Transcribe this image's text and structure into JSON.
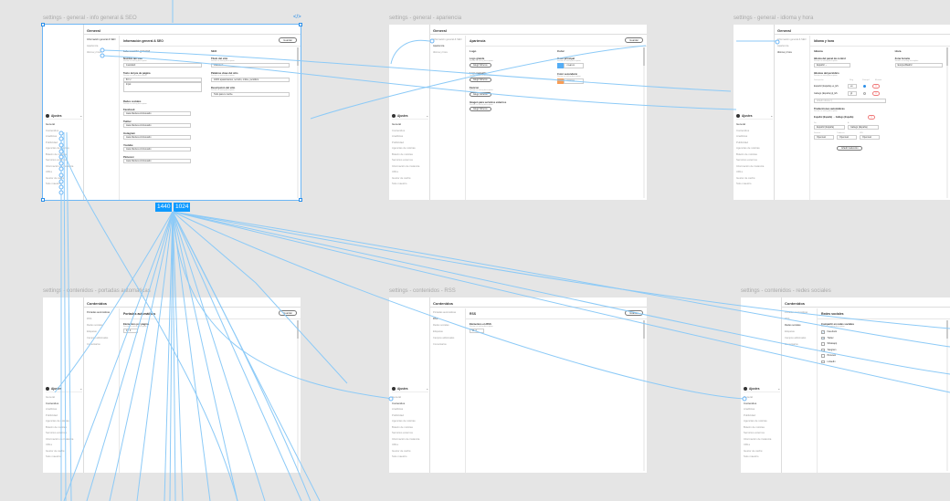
{
  "canvas": {
    "size_badge": {
      "width": "1440",
      "height": "1024"
    },
    "code_icon": "</>",
    "accent_color": "#0d99ff",
    "connection_color": "#8ccaf7"
  },
  "sidebar": {
    "settings_label": "Ajustes",
    "items": [
      "General",
      "Contenidos",
      "Analíticas",
      "Publicidad",
      "Agencias de noticias",
      "Boletín de noticias",
      "Servicios externos",
      "Información de instancia",
      "URLs",
      "Gestor de caché",
      "Solo maestro"
    ]
  },
  "frames": [
    {
      "label": "settings - general - info general & SEO",
      "section": "General",
      "active_sidebar": 0,
      "subnav": [
        "Información general & SEO",
        "Apariencia",
        "Idioma y hora"
      ],
      "active_subnav": 0,
      "title": "Información general & SEO",
      "save_label": "Guardar",
      "columns": [
        [
          {
            "type": "heading",
            "text": "Información general"
          },
          {
            "type": "field",
            "label": "Nombre del sitio",
            "desc": "Section or setting description",
            "value": "Juandavit"
          },
          {
            "type": "richtext",
            "label": "Texto del pie de página",
            "desc": "Section or setting description",
            "toolbar": "B  I  U",
            "value": "Input"
          },
          {
            "type": "field",
            "label": "Redes sociales",
            "desc": "Section or setting description"
          },
          {
            "type": "field",
            "label": "Facebook",
            "value": "www.clientes.com/usuario"
          },
          {
            "type": "field",
            "label": "Twitter",
            "value": "www.clientes.com/usuario"
          },
          {
            "type": "field",
            "label": "Instagram",
            "value": "www.clientes.com/usuario"
          },
          {
            "type": "field",
            "label": "Youtube",
            "value": "www.clientes.com/usuario"
          },
          {
            "type": "field",
            "label": "Pinterest",
            "value": "www.clientes.com/usuario"
          }
        ],
        [
          {
            "type": "heading",
            "text": "SEO"
          },
          {
            "type": "field",
            "label": "Título del sitio",
            "desc": "Section or setting description",
            "value": "Juandavit"
          },
          {
            "type": "field",
            "label": "Palabras clave del sitio",
            "desc": "Section or setting description",
            "value": "100% apasionantes, servicio, online, periódico"
          },
          {
            "type": "field",
            "label": "Descripción del sitio",
            "desc": "Section or setting description",
            "value": "Todo para tu noche."
          }
        ]
      ]
    },
    {
      "label": "settings - general - apariencia",
      "section": "General",
      "active_sidebar": 0,
      "subnav": [
        "Información general & SEO",
        "Apariencia",
        "Idioma y hora"
      ],
      "active_subnav": 1,
      "title": "Apariencia",
      "save_label": "Guardar",
      "columns": [
        [
          {
            "type": "heading",
            "text": "Logo"
          },
          {
            "type": "button",
            "label": "Logo grande",
            "desc": "Section or setting description",
            "button": "Elegir ficheros"
          },
          {
            "type": "button",
            "label": "Logo pequeño",
            "desc": "Section or setting description",
            "button": "Elegir ficheros"
          },
          {
            "type": "button",
            "label": "Favicon",
            "desc": "Section or setting description",
            "button": "Elegir ficheros"
          },
          {
            "type": "button",
            "label": "Imagen para servicios externos",
            "desc": "Section or setting description",
            "button": "Elegir ficheros"
          }
        ],
        [
          {
            "type": "heading",
            "text": "Color"
          },
          {
            "type": "color",
            "label": "Color principal",
            "desc": "Section or setting description",
            "color": "#55adf5",
            "value": "#55ADF5"
          },
          {
            "type": "color",
            "label": "Color secundario",
            "desc": "Section or setting description",
            "color": "#f99d55",
            "value": "#F99D55"
          }
        ]
      ]
    },
    {
      "label": "settings - general - idioma y hora",
      "section": "General",
      "active_sidebar": 0,
      "subnav": [
        "Información general & SEO",
        "Apariencia",
        "Idioma y hora"
      ],
      "active_subnav": 2,
      "title": "Idioma y hora",
      "save_label": "",
      "columns": [
        [
          {
            "type": "heading",
            "text": "Idioma"
          },
          {
            "type": "select",
            "label": "Idioma del panel de control",
            "desc": "Section or setting description",
            "value": "Español"
          },
          {
            "type": "field",
            "label": "Idiomas del periódico",
            "desc": "Section or setting description"
          },
          {
            "type": "thead",
            "cells": [
              "Descripción",
              "Slug",
              "Principal",
              "Eliminar"
            ]
          },
          {
            "type": "lang",
            "name": "Español (España)",
            "code": "es_ES",
            "slug": "es",
            "main": true
          },
          {
            "type": "lang",
            "name": "Gallego (España)",
            "code": "gl_ES",
            "slug": "gl",
            "main": false
          },
          {
            "type": "search",
            "value": "Añadir idioma"
          },
          {
            "type": "field",
            "label": "Traducciones automáticas",
            "desc": "Section or setting description"
          },
          {
            "type": "pair",
            "text": "Español (España) → Gallego (España)"
          },
          {
            "type": "selects",
            "labels": [
              "De",
              "A"
            ],
            "values": [
              "Español (España)",
              "Gallego (España)"
            ]
          },
          {
            "type": "triple",
            "labels": [
              "Servicio",
              "Traductor",
              "URL"
            ],
            "values": [
              "Openreal",
              "Openreal",
              "Openreal"
            ]
          },
          {
            "type": "center_button",
            "button": "Añadir traducción"
          }
        ],
        [
          {
            "type": "heading",
            "text": "Hora"
          },
          {
            "type": "field",
            "label": "Zona horaria",
            "desc": "Section or setting description",
            "value": "Europe/Madrid"
          }
        ]
      ]
    },
    {
      "label": "settings - contenidos - portadas automáticas",
      "section": "Contenidos",
      "active_sidebar": 1,
      "subnav": [
        "Portadas automáticas",
        "RSS",
        "Redes sociales",
        "Etiquetas",
        "Campos adicionales",
        "Comentarios"
      ],
      "active_subnav": 0,
      "title": "Portadas automáticas",
      "save_label": "Guardar",
      "columns": [
        [
          {
            "type": "number",
            "label": "Elementos por página",
            "desc": "Section or setting description",
            "value": "10"
          }
        ]
      ]
    },
    {
      "label": "settings - contenidos - RSS",
      "section": "Contenidos",
      "active_sidebar": 1,
      "subnav": [
        "Portadas automáticas",
        "RSS",
        "Redes sociales",
        "Etiquetas",
        "Campos adicionales",
        "Comentarios"
      ],
      "active_subnav": 1,
      "title": "RSS",
      "save_label": "Guardar",
      "columns": [
        [
          {
            "type": "number",
            "label": "Elementos en RSS",
            "desc": "Section or setting description",
            "value": "11"
          }
        ]
      ]
    },
    {
      "label": "settings - contenidos - redes sociales",
      "section": "Contenidos",
      "active_sidebar": 1,
      "subnav": [
        "Portadas automáticas",
        "RSS",
        "Redes sociales",
        "Etiquetas",
        "Campos adicionales",
        "Comentarios"
      ],
      "active_subnav": 2,
      "title": "Redes sociales",
      "save_label": "",
      "columns": [
        [
          {
            "type": "field",
            "label": "Compartir en redes sociales",
            "desc": "Section or setting description"
          },
          {
            "type": "check",
            "label": "Facebook",
            "checked": true
          },
          {
            "type": "check",
            "label": "Twitter",
            "checked": true
          },
          {
            "type": "check",
            "label": "Whatsapp",
            "checked": false
          },
          {
            "type": "check",
            "label": "Telegram",
            "checked": false
          },
          {
            "type": "check",
            "label": "Pinterest",
            "checked": false
          },
          {
            "type": "check",
            "label": "LinkedIn",
            "checked": false
          }
        ]
      ]
    }
  ]
}
